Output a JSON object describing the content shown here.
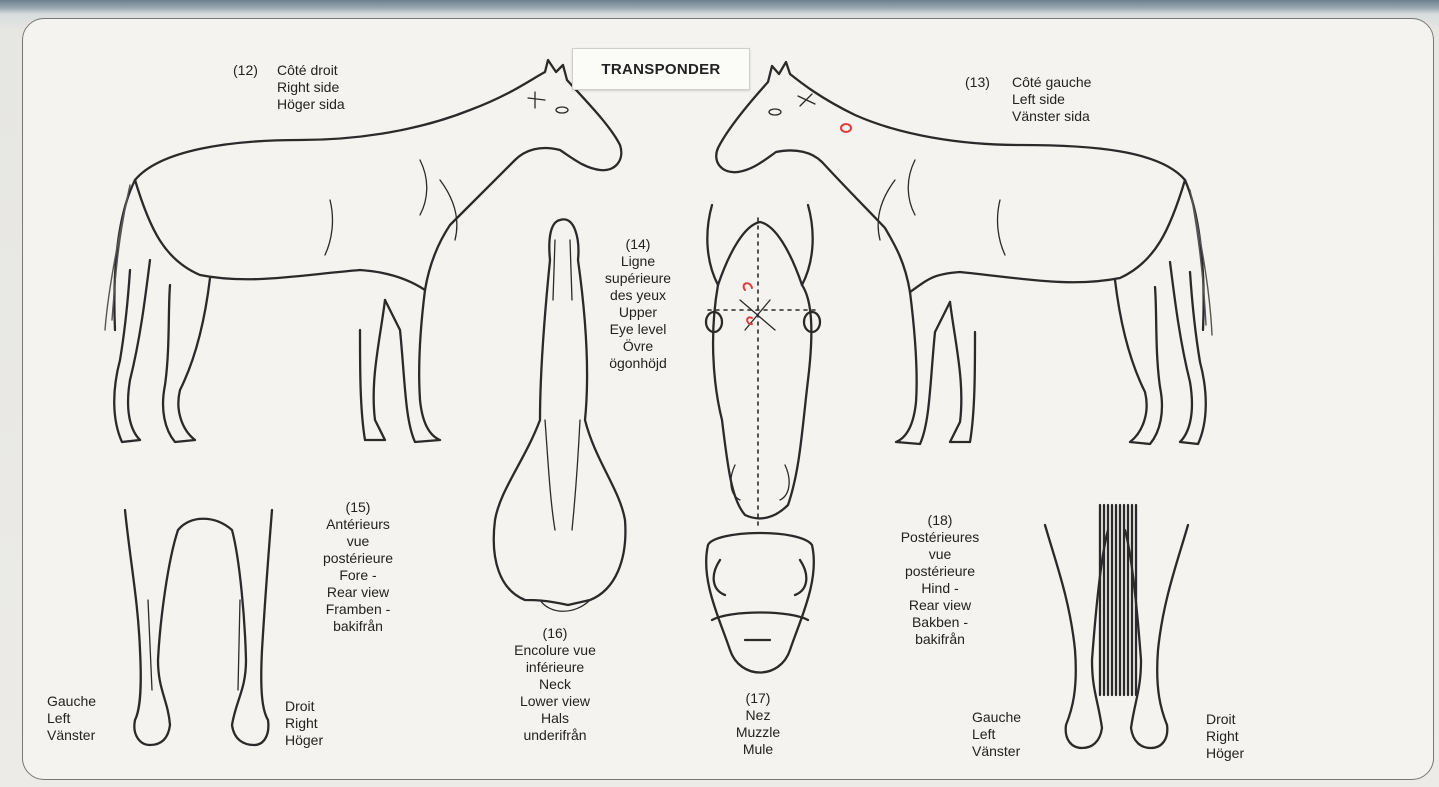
{
  "transponder_label": "TRANSPONDER",
  "views": {
    "right_side": {
      "number": "(12)",
      "lines": [
        "Côté droit",
        "Right side",
        "Höger sida"
      ]
    },
    "left_side": {
      "number": "(13)",
      "lines": [
        "Côté gauche",
        "Left side",
        "Vänster sida"
      ]
    },
    "eye_level": {
      "lines": [
        "(14)",
        "Ligne",
        "supérieure",
        "des yeux",
        "Upper",
        "Eye level",
        "Övre",
        "ögonhöjd"
      ]
    },
    "fore_rear": {
      "lines": [
        "(15)",
        "Antérieurs",
        "vue",
        "postérieure",
        "Fore -",
        "Rear view",
        "Framben -",
        "bakifrån"
      ]
    },
    "neck_lower": {
      "lines": [
        "(16)",
        "Encolure vue",
        "inférieure",
        "Neck",
        "Lower view",
        "Hals",
        "underifrån"
      ]
    },
    "muzzle": {
      "lines": [
        "(17)",
        "Nez",
        "Muzzle",
        "Mule"
      ]
    },
    "hind_rear": {
      "lines": [
        "(18)",
        "Postérieures",
        "vue",
        "postérieure",
        "Hind -",
        "Rear view",
        "Bakben -",
        "bakifrån"
      ]
    }
  },
  "fore_sides": {
    "left": [
      "Gauche",
      "Left",
      "Vänster"
    ],
    "right": [
      "Droit",
      "Right",
      "Höger"
    ]
  },
  "hind_sides": {
    "left": [
      "Gauche",
      "Left",
      "Vänster"
    ],
    "right": [
      "Droit",
      "Right",
      "Höger"
    ]
  },
  "colors": {
    "ink": "#2a2a2a",
    "marking": "#e23b3b",
    "card": "#f4f3ef"
  }
}
